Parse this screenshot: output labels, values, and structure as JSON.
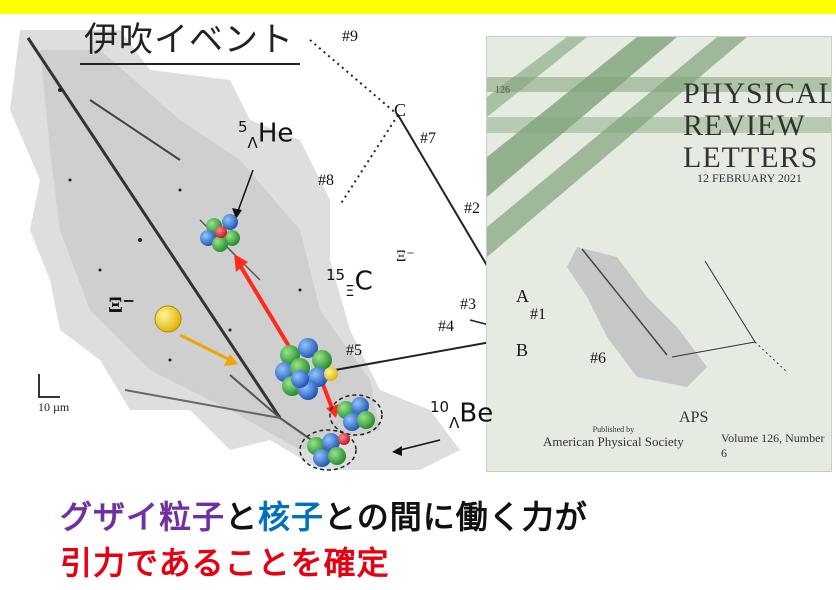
{
  "header": {
    "title": "伊吹イベント"
  },
  "figure": {
    "labels": {
      "n9": "#9",
      "n7": "#7",
      "n8": "#8",
      "n2": "#2",
      "n3": "#3",
      "n1": "#1",
      "n4": "#4",
      "n5": "#5",
      "n6": "#6",
      "C": "C",
      "A": "A",
      "B": "B",
      "xi_small": "Ξ⁻",
      "xi_big": "Ξ⁻",
      "scale": "10 µm"
    },
    "nuclei": {
      "he5": {
        "mass": "5",
        "sub": "Λ",
        "sym": "He"
      },
      "c15": {
        "mass": "15",
        "sub": "Ξ",
        "sym": "C"
      },
      "be10": {
        "mass": "10",
        "sub": "Λ",
        "sym": "Be"
      }
    }
  },
  "journal": {
    "title_line1": "PHYSICAL",
    "title_line2": "REVIEW",
    "title_line3": "LETTERS",
    "date": "12 FEBRUARY 2021",
    "page": "126",
    "published_by": "Published by",
    "publisher": "American Physical Society",
    "aps": "APS",
    "volume": "Volume 126, Number 6"
  },
  "conclusion": {
    "line1_part1": "グザイ粒子",
    "line1_part2": "と",
    "line1_part3": "核子",
    "line1_part4": "との間に働く力が",
    "line2": "引力であることを確定"
  },
  "colors": {
    "highlight": "#ffff00",
    "purple": "#7030a0",
    "blue": "#0070c0",
    "red": "#e60012",
    "journal_green": "#7fa37a"
  }
}
